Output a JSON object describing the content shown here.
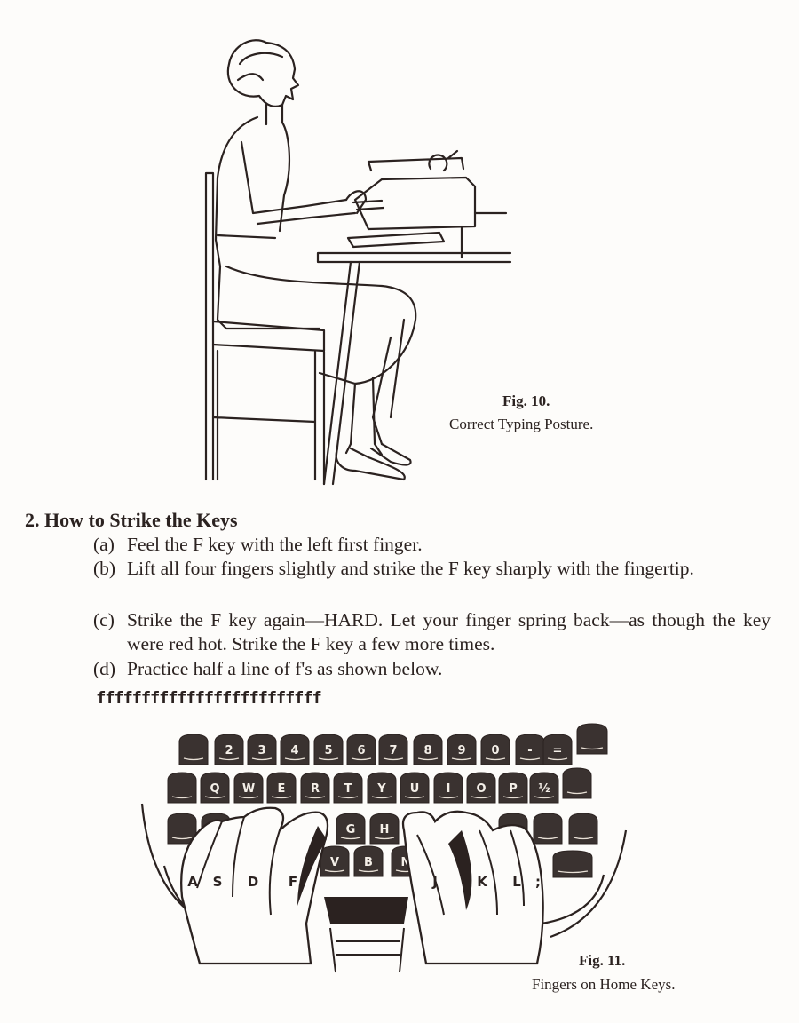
{
  "figure10": {
    "number": "Fig. 10.",
    "caption": "Correct Typing Posture."
  },
  "section": {
    "heading": "2. How to Strike the Keys",
    "steps": [
      {
        "label": "(a)",
        "text": "Feel the F key with the left first finger."
      },
      {
        "label": "(b)",
        "text": "Lift all four fingers slightly and strike the F key sharply with the fin­gertip."
      },
      {
        "label": "(c)",
        "text": "Strike the F key again—HARD.  Let your finger spring back—as though the key were red hot.  Strike the F key a few more times."
      },
      {
        "label": "(d)",
        "text": "Practice half a line of f's as shown below."
      }
    ],
    "practice_line": "fffffffffffffffffffffffff"
  },
  "figure11": {
    "number": "Fig. 11.",
    "caption": "Fingers on Home Keys.",
    "number_row": [
      "2",
      "3",
      "4",
      "5",
      "6",
      "7",
      "8",
      "9",
      "0",
      "-",
      "="
    ],
    "top_row": [
      "Q",
      "W",
      "E",
      "R",
      "T",
      "Y",
      "U",
      "I",
      "O",
      "P",
      "½"
    ],
    "middle_keys": [
      "G",
      "H"
    ],
    "bottom_keys": [
      "V",
      "B",
      "N"
    ],
    "home_keys": [
      "A",
      "S",
      "D",
      "F",
      "J",
      "K",
      "L",
      ";"
    ]
  }
}
